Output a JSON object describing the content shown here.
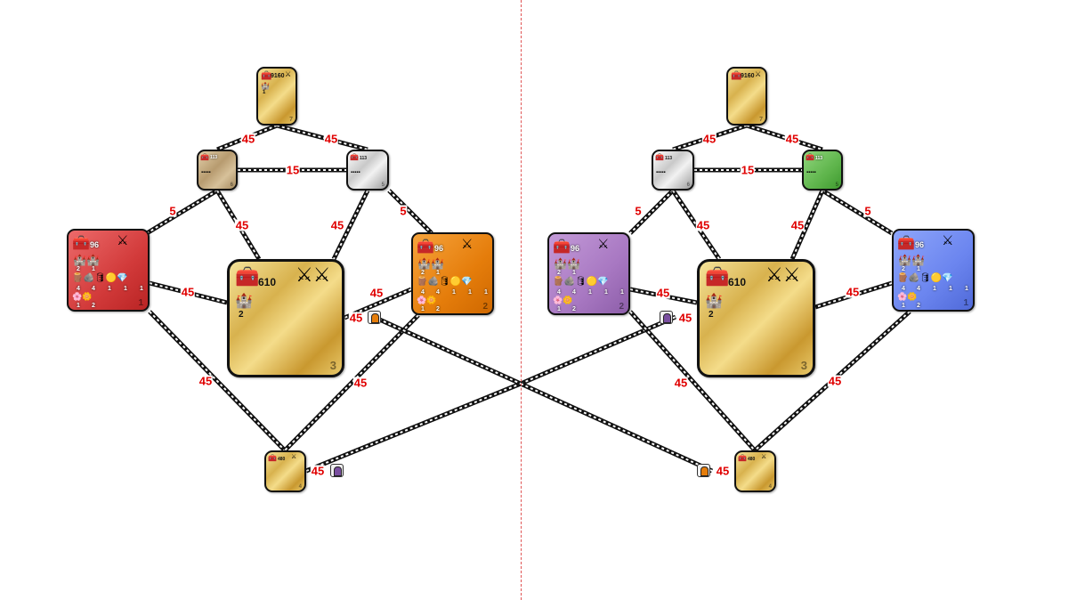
{
  "colors": {
    "edge_label": "#e00000",
    "divider": "#e05555",
    "gold": "#d8b24e",
    "tan": "#b79b6f",
    "silver": "#c9c9c9",
    "red": "#d23a3a",
    "orange": "#e57d0b",
    "purple": "#a878c2",
    "blue": "#6b85ef",
    "green": "#5fb54c",
    "portal_orange": "#e57d0b",
    "portal_purple": "#7a4fa0"
  },
  "left": {
    "top": {
      "value": "9160",
      "castle_count": "1",
      "number": "7"
    },
    "tan": {
      "value": "113",
      "number": "6"
    },
    "silver": {
      "value": "113",
      "number": "5"
    },
    "red": {
      "value": "96",
      "castles": [
        "2",
        "1"
      ],
      "resources": [
        "4",
        "4",
        "1",
        "1",
        "1"
      ],
      "extras": [
        "1",
        "2"
      ],
      "number": "1"
    },
    "center": {
      "value": "610",
      "castle_count": "2",
      "number": "3"
    },
    "orange": {
      "value": "96",
      "castles": [
        "2",
        "1"
      ],
      "resources": [
        "4",
        "4",
        "1",
        "1",
        "1"
      ],
      "extras": [
        "1",
        "2"
      ],
      "number": "2"
    },
    "bottom": {
      "value": "480",
      "number": "4"
    }
  },
  "right": {
    "top": {
      "value": "9160",
      "number": "7"
    },
    "silver": {
      "value": "113",
      "number": "6"
    },
    "green": {
      "value": "113",
      "number": "5"
    },
    "purple": {
      "value": "96",
      "castles": [
        "2",
        "1"
      ],
      "resources": [
        "4",
        "4",
        "1",
        "1",
        "1"
      ],
      "extras": [
        "1",
        "2"
      ],
      "number": "2"
    },
    "center": {
      "value": "610",
      "castle_count": "2",
      "number": "3"
    },
    "blue": {
      "value": "96",
      "castles": [
        "2",
        "1"
      ],
      "resources": [
        "4",
        "4",
        "1",
        "1",
        "1"
      ],
      "extras": [
        "1",
        "2"
      ],
      "number": "1"
    },
    "bottom": {
      "value": "480",
      "number": "4"
    }
  },
  "edge_labels": {
    "l_top_tan": "45",
    "l_top_silver": "45",
    "l_tan_silver": "15",
    "l_tan_red": "5",
    "l_silver_orange": "5",
    "l_tan_center": "45",
    "l_silver_center": "45",
    "l_red_center": "45",
    "l_orange_center": "45",
    "l_portal_orange": "45",
    "l_red_bottom": "45",
    "l_orange_bottom": "45",
    "l_bottom_portal": "45",
    "r_top_silver": "45",
    "r_top_green": "45",
    "r_silver_green": "15",
    "r_silver_purple": "5",
    "r_green_blue": "5",
    "r_silver_center": "45",
    "r_green_center": "45",
    "r_purple_center": "45",
    "r_blue_center": "45",
    "r_portal_purple": "45",
    "r_purple_bottom": "45",
    "r_blue_bottom": "45",
    "r_bottom_portal": "45"
  }
}
